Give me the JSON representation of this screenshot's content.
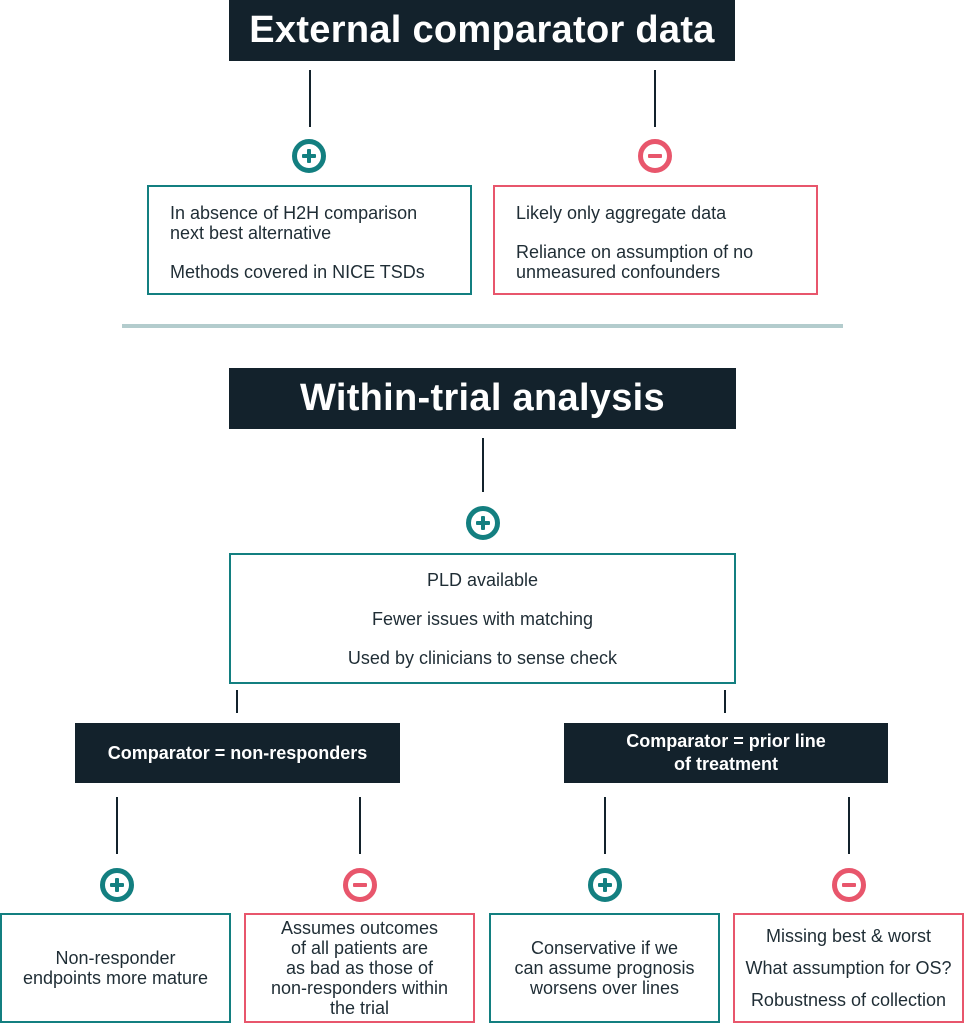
{
  "external": {
    "title": "External comparator data",
    "pros": [
      "In absence of H2H comparison\nnext best alternative",
      "Methods covered in NICE TSDs"
    ],
    "cons": [
      "Likely only aggregate data",
      "Reliance on assumption of no\nunmeasured confounders"
    ]
  },
  "within_trial": {
    "title": "Within-trial analysis",
    "pros": [
      "PLD available",
      "Fewer issues with matching",
      "Used by clinicians to sense check"
    ],
    "non_responders": {
      "title": "Comparator = non-responders",
      "pros": [
        "Non-responder\nendpoints more mature"
      ],
      "cons": [
        "Assumes outcomes\nof all patients are\nas bad as those of\nnon-responders within\nthe trial"
      ]
    },
    "prior_line": {
      "title": "Comparator = prior line\nof treatment",
      "pros": [
        "Conservative if we\ncan assume prognosis\nworsens over lines"
      ],
      "cons": [
        "Missing best & worst",
        "What assumption for OS?",
        "Robustness of collection"
      ]
    }
  },
  "colors": {
    "pro": "#137f80",
    "con": "#e8566c",
    "header_bg": "#13222c",
    "divider": "#b3cccd"
  },
  "icons": {
    "pro": "plus-circle-icon",
    "con": "minus-circle-icon"
  }
}
